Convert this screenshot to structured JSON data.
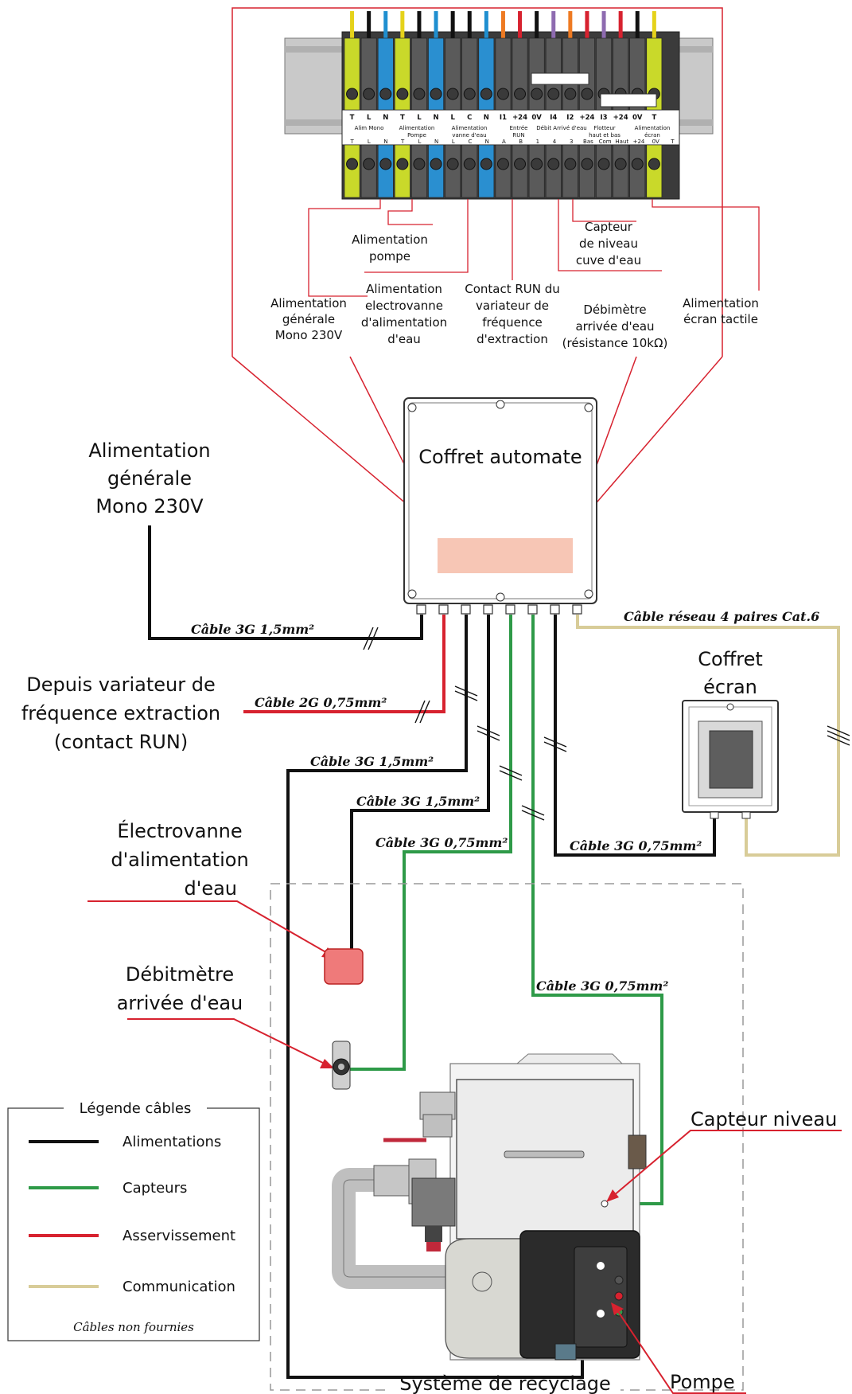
{
  "colors": {
    "power": "#111111",
    "sensor": "#2e9a48",
    "control": "#d7222f",
    "comm": "#d8cc98",
    "callout": "#d7222f",
    "zoom_frame": "#d7222f"
  },
  "terminal": {
    "top_labels": [
      "T",
      "L",
      "N",
      "T",
      "L",
      "N",
      "L",
      "C",
      "N",
      "I1",
      "+24",
      "0V",
      "I4",
      "I2",
      "+24",
      "I3",
      "+24",
      "0V",
      "T"
    ],
    "group_labels": [
      {
        "l1": "Alim Mono",
        "l2": ""
      },
      {
        "l1": "Alimentation",
        "l2": "Pompe"
      },
      {
        "l1": "Alimentation",
        "l2": "vanne d'eau"
      },
      {
        "l1": "Entrée",
        "l2": "RUN"
      },
      {
        "l1": "Débit Arrivé d'eau",
        "l2": ""
      },
      {
        "l1": "Flotteur",
        "l2": "haut et bas"
      },
      {
        "l1": "Alimentation",
        "l2": "écran"
      }
    ],
    "bottom_labels": [
      "T",
      "L",
      "N",
      "T",
      "L",
      "N",
      "L",
      "C",
      "N",
      "A",
      "B",
      "1",
      "4",
      "3",
      "Bas",
      "Com",
      "Haut",
      "+24",
      "0V",
      "T"
    ]
  },
  "callouts": {
    "alim_generale": [
      "Alimentation",
      "générale",
      "Mono 230V"
    ],
    "alim_pompe": [
      "Alimentation",
      "pompe"
    ],
    "alim_electrovanne": [
      "Alimentation",
      "electrovanne",
      "d'alimentation",
      "d'eau"
    ],
    "contact_run": [
      "Contact RUN du",
      "variateur de",
      "fréquence",
      "d'extraction"
    ],
    "capteur_niveau_cuve": [
      "Capteur",
      "de niveau",
      "cuve d'eau"
    ],
    "debitmetre": [
      "Débimètre",
      "arrivée d'eau",
      "(résistance 10kΩ)"
    ],
    "alim_ecran": [
      "Alimentation",
      "écran tactile"
    ]
  },
  "labels": {
    "coffret_automate": "Coffret automate",
    "alim_generale_big": [
      "Alimentation",
      "générale",
      "Mono 230V"
    ],
    "variateur": [
      "Depuis variateur de",
      "fréquence extraction",
      "(contact RUN)"
    ],
    "coffret_ecran": [
      "Coffret",
      "écran"
    ],
    "electrovanne": [
      "Électrovanne",
      "d'alimentation",
      "d'eau"
    ],
    "debitmetre_big": [
      "Débitmètre",
      "arrivée d'eau"
    ],
    "capteur_niveau": "Capteur niveau",
    "pompe": "Pompe",
    "systeme_recyclage": "Système de recyclage"
  },
  "cables": {
    "c_alim": "Câble 3G 1,5mm²",
    "c_run": "Câble 2G 0,75mm²",
    "c_pompe": "Câble 3G 1,5mm²",
    "c_vanne": "Câble 3G 1,5mm²",
    "c_debit": "Câble 3G 0,75mm²",
    "c_niveau": "Câble 3G 0,75mm²",
    "c_ecran": "Câble 3G 0,75mm²",
    "c_reseau": "Câble réseau 4 paires Cat.6"
  },
  "legend": {
    "title": "Légende câbles",
    "items": [
      {
        "label": "Alimentations",
        "color": "#111111"
      },
      {
        "label": "Capteurs",
        "color": "#2e9a48"
      },
      {
        "label": "Asservissement",
        "color": "#d7222f"
      },
      {
        "label": "Communication",
        "color": "#d8cc98"
      }
    ],
    "footer": "Câbles non fournies"
  }
}
